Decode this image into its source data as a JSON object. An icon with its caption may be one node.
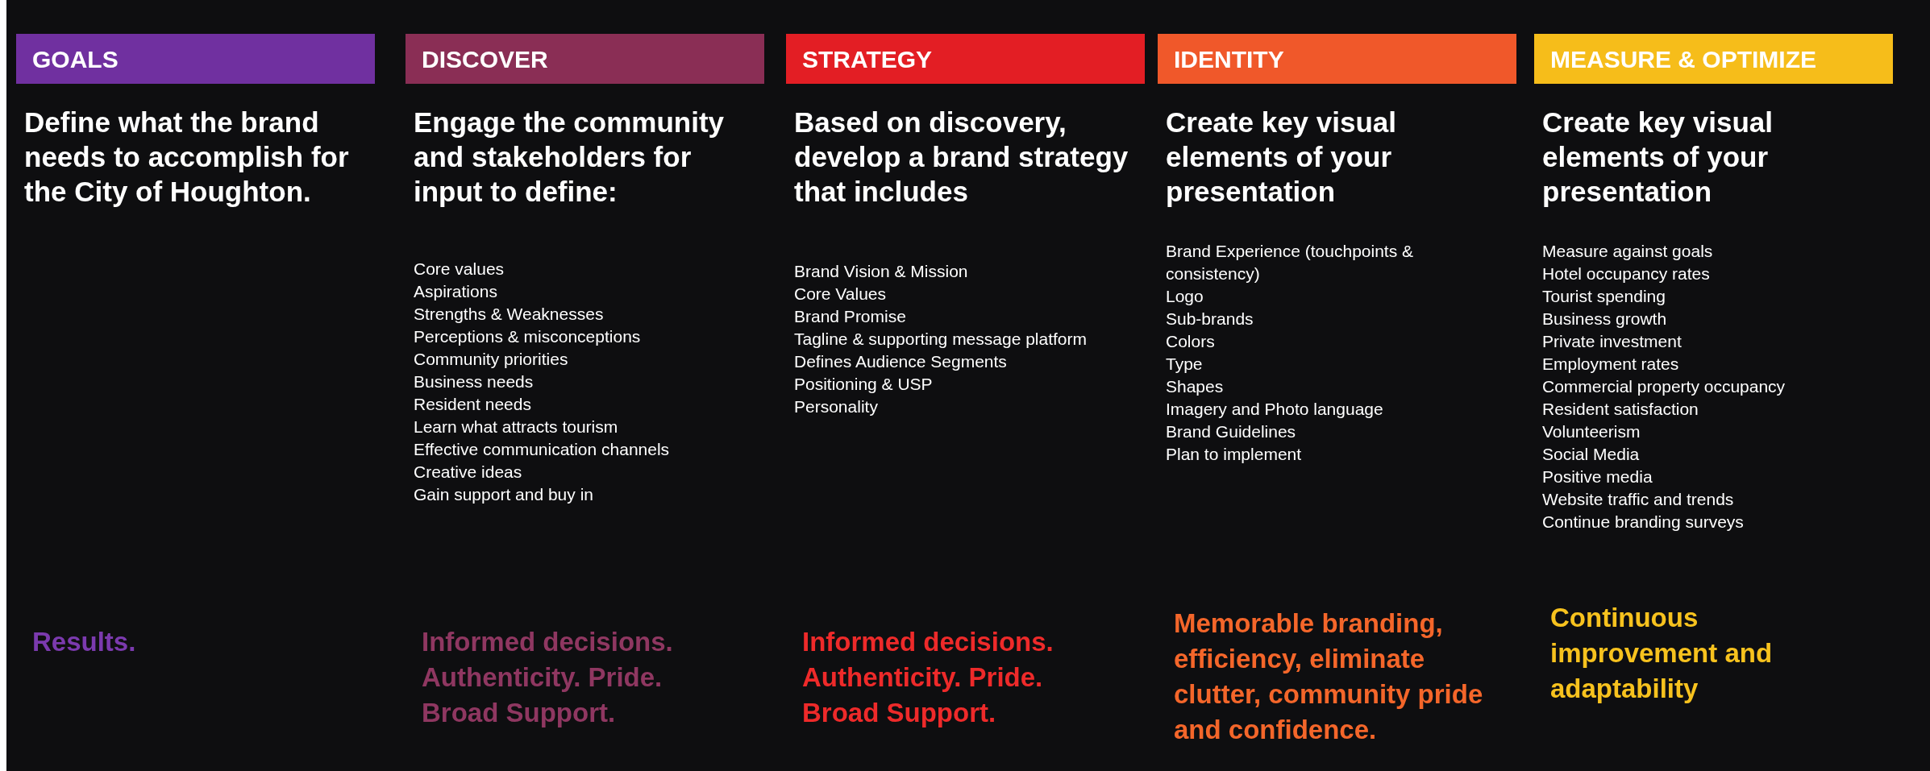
{
  "diagram": {
    "nodes": [
      {
        "text": [
          "GOALS"
        ],
        "beside": [
          "Define what the brand needs to accomplish for the City of Houghton."
        ]
      },
      {
        "text": [
          "DISCOVER"
        ],
        "beside": [
          "Engage the community and stakeholders for input to define:",
          "Core values",
          "Aspirations",
          "Strengths & Weaknesses",
          "Perceptions & misconceptions",
          "Community priorities",
          "Business needs",
          "Resident needs",
          "Learn what attracts tourism",
          "Effective communication channels",
          "Creative ideas",
          "Gain support and buy in"
        ]
      },
      {
        "text": [
          "STRATEGY"
        ],
        "beside": [
          "Based on discovery, develop a brand strategy that includes",
          "Brand Vision & Mission",
          "Core Values",
          "Brand Promise",
          "Tagline & supporting message platform",
          "Defines Audience Segments",
          "Positioning & USP",
          "Personality"
        ]
      },
      {
        "text": [
          "IDENTITY"
        ],
        "beside": [
          "Create key visual elements of your presentation",
          "Brand Experience (touchpoints & consistency)",
          "Logo",
          "Sub-brands",
          "Colors",
          "Type",
          "Shapes",
          "Imagery and Photo language",
          "Brand Guidelines",
          "Plan to implement"
        ]
      },
      {
        "text": [
          "MEASURE & OPTIMIZE"
        ],
        "beside": [
          "Create key visual elements of your presentation",
          "Measure against goals",
          "Hotel occupancy rates",
          "Tourist spending",
          "Business growth",
          "Private investment",
          "Employment rates",
          "Commercial property occupancy",
          "Resident satisfaction",
          "Volunteerism",
          "Social Media",
          "Positive media",
          "Website traffic and trends",
          "Continue branding surveys"
        ]
      }
    ],
    "labels": [
      "Results.",
      "Informed decisions. Authenticity. Pride. Broad Support.",
      "Informed decisions. Authenticity. Pride. Broad Support.",
      "Memorable branding, efficiency, eliminate clutter, community pride and confidence.",
      "Continuous improvement and adaptability"
    ]
  }
}
